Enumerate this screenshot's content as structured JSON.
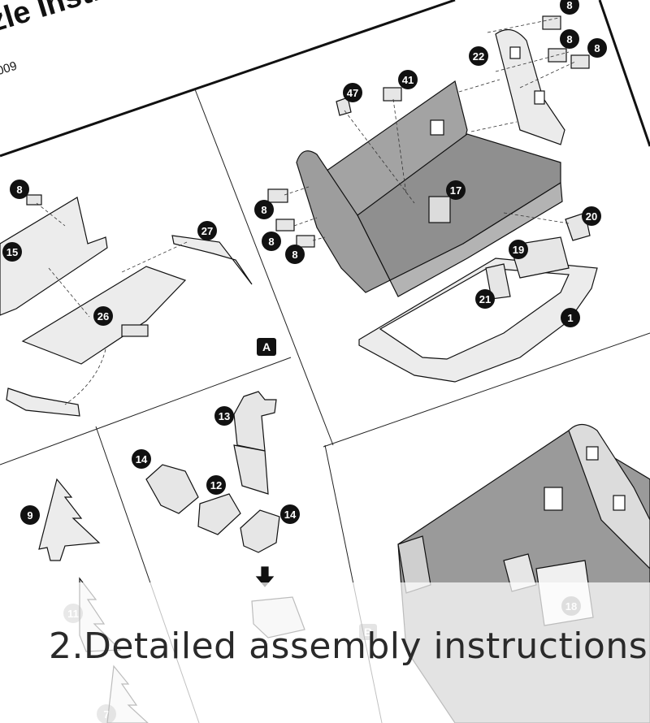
{
  "sheet": {
    "title_fragment": "zle Instruc",
    "subtitle_fragment": "009"
  },
  "panels": {
    "panel_a_letter": "A",
    "panel_b_letter": "B"
  },
  "parts": {
    "p8": "8",
    "p22": "22",
    "p47": "47",
    "p41": "41",
    "p17": "17",
    "p20": "20",
    "p19": "19",
    "p21": "21",
    "p1": "1",
    "p15": "15",
    "p27": "27",
    "p26": "26",
    "p13": "13",
    "p14": "14",
    "p12": "12",
    "p9": "9",
    "p11": "11",
    "p7": "7",
    "p18": "18"
  },
  "caption": "2.Detailed  assembly  instructions",
  "colors": {
    "line": "#111111",
    "piece_fill": "#e9e9e9",
    "dark_piece": "#9a9a9a",
    "badge": "#111111"
  }
}
